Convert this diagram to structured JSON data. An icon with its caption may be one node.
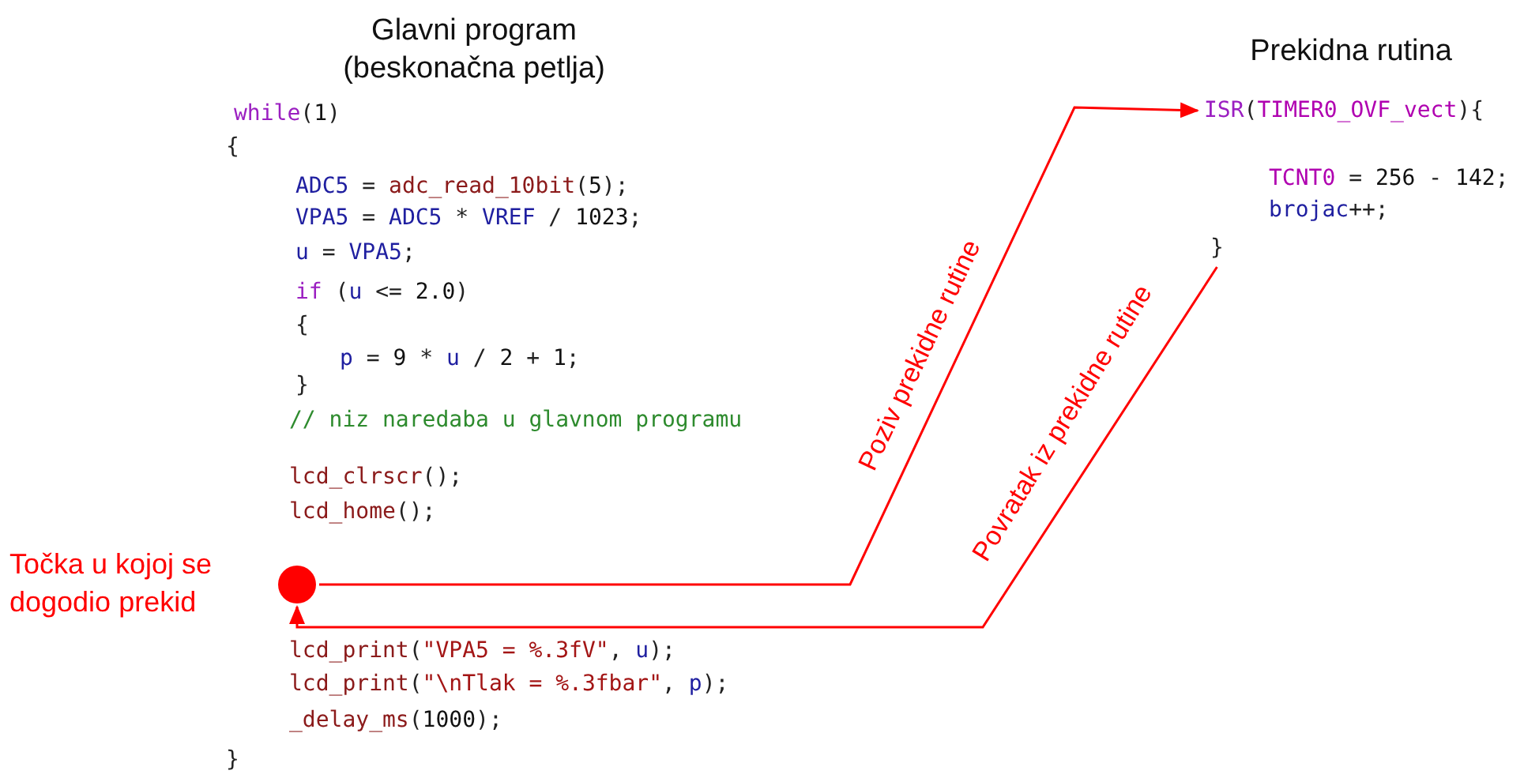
{
  "diagram": {
    "nodes": [
      {
        "text": [],
        "shape": "circle",
        "beside": [
          "Točka u kojoj se dogodio prekid"
        ]
      },
      {
        "text": [
          "ISR(TIMER0_OVF_vect){"
        ]
      },
      {
        "text": [
          "}"
        ]
      }
    ],
    "edges": [
      {
        "from": 0,
        "to": 1,
        "arrow": "to",
        "label": "Poziv prekidne rutine"
      },
      {
        "from": 2,
        "to": 0,
        "arrow": "to",
        "label": "Povratak iz prekidne rutine"
      }
    ],
    "labels": [
      "Glavni program (beskonačna petlja)",
      "Prekidna rutina",
      "while(1)",
      "{",
      "ADC5 = adc_read_10bit(5);",
      "VPA5 = ADC5 * VREF / 1023;",
      "u = VPA5;",
      "TCNT0 = 256 - 142;",
      "brojac++;",
      "if (u <= 2.0)",
      "{",
      "p = 9 * u / 2 + 1;",
      "}",
      "// niz naredaba u glavnom programu",
      "lcd_clrscr();",
      "lcd_home();",
      "lcd_print(\"VPA5 = %.3fV\", u);",
      "lcd_print(\"\\nTlak = %.3fbar\", p);",
      "_delay_ms(1000);",
      "}"
    ]
  }
}
